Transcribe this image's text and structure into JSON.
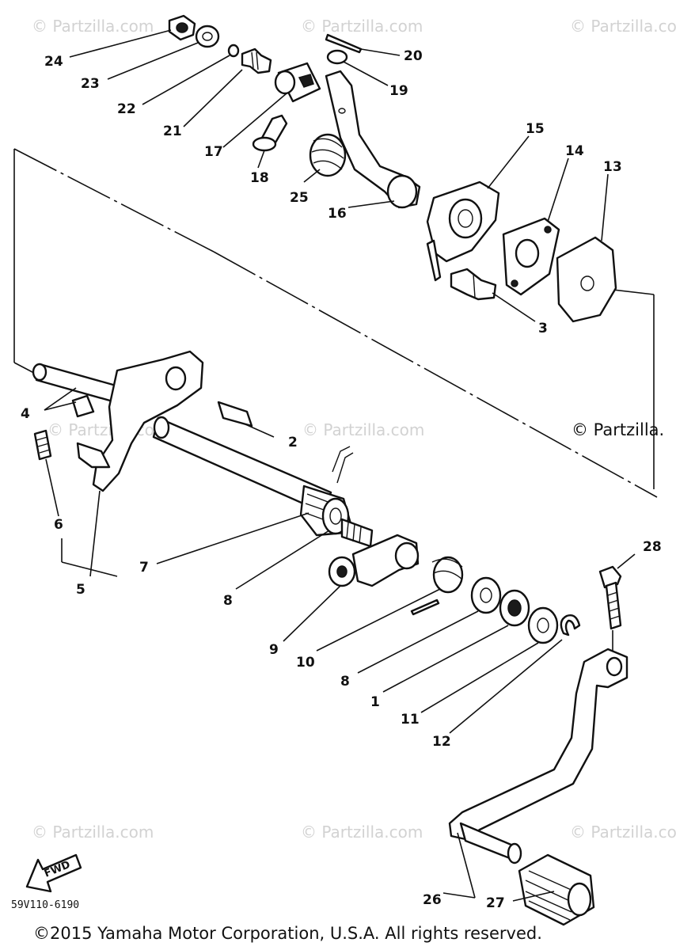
{
  "watermark": "© Partzilla.com",
  "watermark_dark": "© Partzilla.",
  "diagram_code": "59V110-6190",
  "fwd_label": "FWD",
  "copyright": "©2015 Yamaha Motor Corporation, U.S.A. All rights reserved.",
  "callouts": {
    "c1": "1",
    "c2": "2",
    "c3": "3",
    "c4": "4",
    "c5": "5",
    "c6": "6",
    "c7": "7",
    "c8a": "8",
    "c8b": "8",
    "c9": "9",
    "c10": "10",
    "c11": "11",
    "c12": "12",
    "c13": "13",
    "c14": "14",
    "c15": "15",
    "c16": "16",
    "c17": "17",
    "c18": "18",
    "c19": "19",
    "c20": "20",
    "c21": "21",
    "c22": "22",
    "c23": "23",
    "c24": "24",
    "c25": "25",
    "c26": "26",
    "c27": "27",
    "c28": "28"
  }
}
